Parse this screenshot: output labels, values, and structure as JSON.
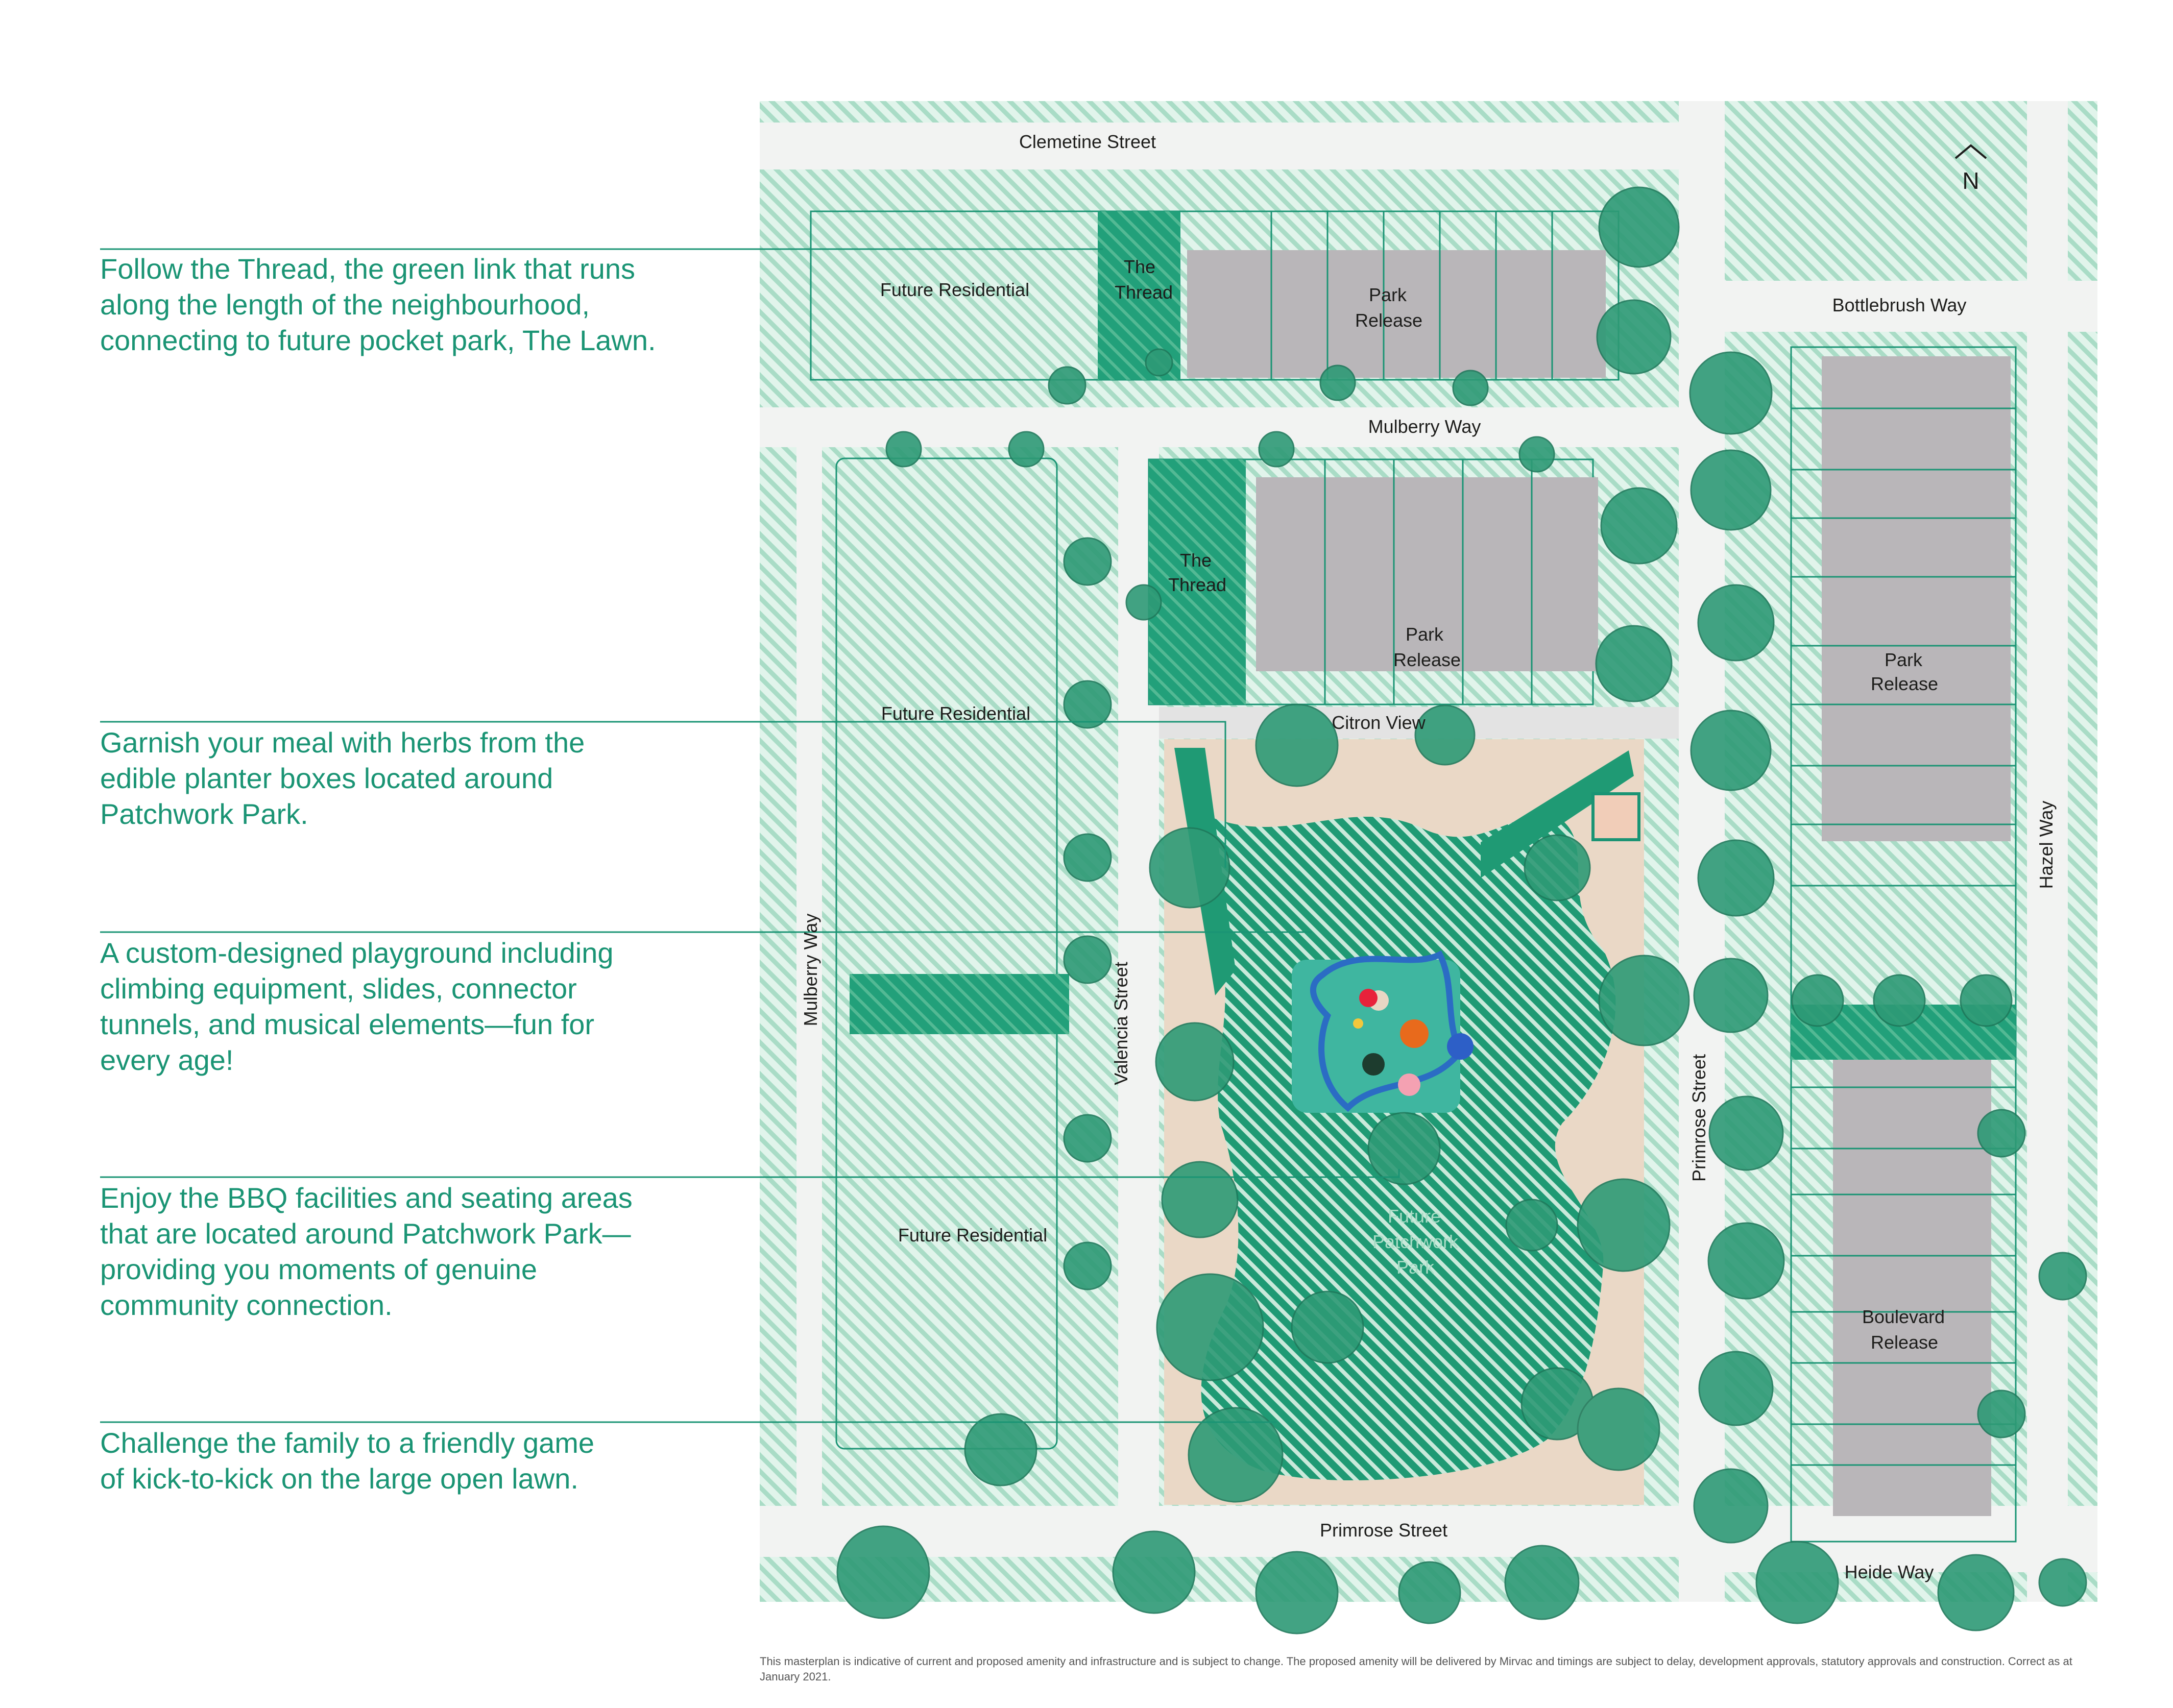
{
  "callouts": [
    {
      "lines": [
        "Follow the Thread, the green link that runs",
        "along the length of the neighbourhood,",
        "connecting to future pocket park, The Lawn."
      ]
    },
    {
      "lines": [
        "Garnish your meal with herbs from the",
        "edible planter boxes located around",
        "Patchwork Park."
      ]
    },
    {
      "lines": [
        "A custom-designed playground including",
        "climbing equipment, slides, connector",
        "tunnels, and musical elements—fun for",
        "every age!"
      ]
    },
    {
      "lines": [
        "Enjoy the BBQ facilities and seating areas",
        "that are located around Patchwork Park—",
        "providing you moments of genuine",
        "community connection."
      ]
    },
    {
      "lines": [
        "Challenge the family to a friendly game",
        "of kick-to-kick on the large open lawn."
      ]
    }
  ],
  "streets": {
    "clemetine": "Clemetine Street",
    "bottlebrush": "Bottlebrush Way",
    "mulberry_way_top": "Mulberry Way",
    "mulberry_way_left": "Mulberry Way",
    "citron": "Citron View",
    "valencia": "Valencia Street",
    "primrose_vertical": "Primrose Street",
    "primrose_bottom": "Primrose Street",
    "hazel": "Hazel Way",
    "heide": "Heide Way"
  },
  "lots": {
    "future_res_top": "Future Residential",
    "thread_top": [
      "The",
      "Thread"
    ],
    "park_release_top": [
      "Park",
      "Release"
    ],
    "thread_mid": [
      "The",
      "Thread"
    ],
    "park_release_mid": [
      "Park",
      "Release"
    ],
    "future_res_left_upper": "Future Residential",
    "future_res_left_lower": "Future Residential",
    "park_release_right": [
      "Park",
      "Release"
    ],
    "boulevard_release": [
      "Boulevard",
      "Release"
    ],
    "future_park": [
      "Future",
      "Patchwork",
      "Park"
    ]
  },
  "north_label": "N",
  "disclaimer": "This masterplan is indicative of current and proposed amenity and infrastructure and is subject to change. The proposed amenity will be delivered by Mirvac and timings are subject to delay, development approvals, statutory approvals and construction. Correct as at January 2021.",
  "colors": {
    "accent": "#1a9474",
    "park_green": "#22a07a",
    "hatch_bg": "#dff3ea",
    "road": "#f2f3f2",
    "building": "#b9b6b9",
    "tree": "#2e9a76"
  }
}
